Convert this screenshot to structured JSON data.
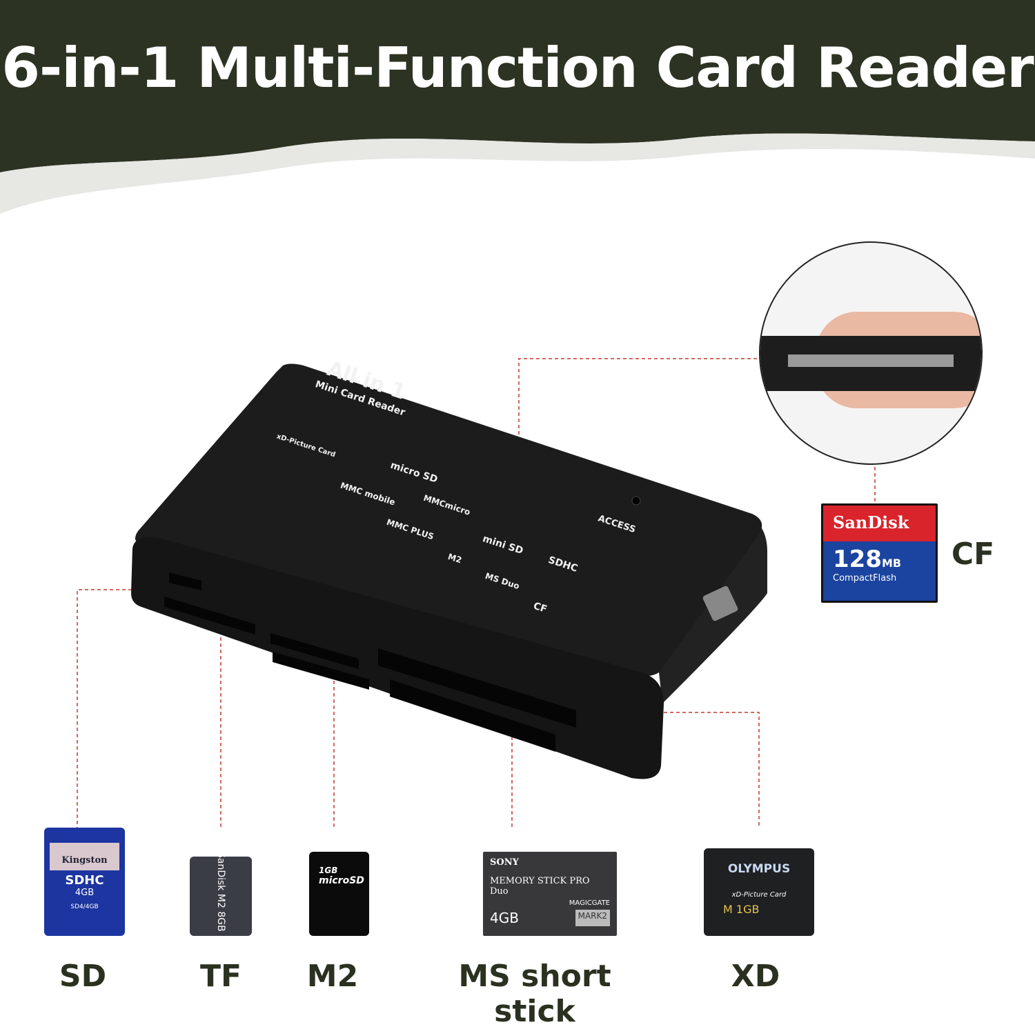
{
  "title": "6-in-1 Multi-Function Card Reader",
  "colors": {
    "header": "#2c3322",
    "wave": "#e7e7e4",
    "guide_line": "#c0392b",
    "device": "#1b1b1b"
  },
  "device": {
    "logo": "All in 1",
    "subtitle": "Mini Card Reader",
    "access": "ACCESS",
    "slot_logos": [
      "xD-Picture Card",
      "micro SD",
      "MMCmicro",
      "MMC mobile",
      "MMC PLUS",
      "mini SD",
      "SDHC",
      "M2",
      "MS Duo",
      "CF"
    ]
  },
  "cf_card": {
    "brand": "SanDisk",
    "capacity": "128",
    "unit": "MB",
    "type": "CompactFlash",
    "label": "CF"
  },
  "cards": [
    {
      "label": "SD",
      "brand": "Kingston",
      "type": "SDHC",
      "capacity": "4GB",
      "note": "SD4/4GB"
    },
    {
      "label": "TF",
      "brand": "SanDisk",
      "type": "M2",
      "capacity": "8GB"
    },
    {
      "label": "M2",
      "brand": "microSD",
      "capacity": "1GB"
    },
    {
      "label": "MS short stick",
      "brand": "SONY",
      "type": "MEMORY STICK PRO Duo",
      "extra": "MAGICGATE",
      "capacity": "4GB",
      "badge": "MARK2"
    },
    {
      "label": "XD",
      "brand": "OLYMPUS",
      "type": "xD-Picture Card",
      "capacity": "M 1GB"
    }
  ]
}
